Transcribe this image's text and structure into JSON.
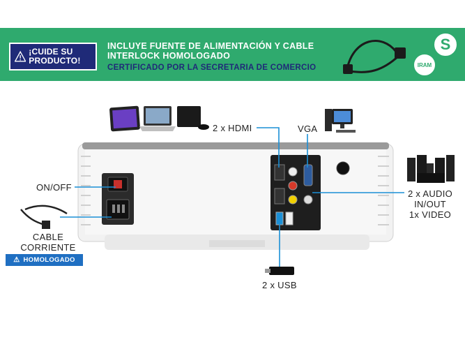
{
  "banner": {
    "badge": "¡CUIDE SU PRODUCTO!",
    "title": "INCLUYE FUENTE DE ALIMENTACIÓN Y CABLE INTERLOCK HOMOLOGADO",
    "subtitle": "CERTIFICADO POR LA SECRETARIA DE COMERCIO",
    "seal_letter": "S",
    "seal_iram": "IRAM",
    "colors": {
      "green": "#2faa6e",
      "navy": "#1f2a78"
    }
  },
  "labels": {
    "hdmi": "2 x HDMI",
    "vga": "VGA",
    "onoff": "ON/OFF",
    "cable_line1": "CABLE",
    "cable_line2": "CORRIENTE",
    "homologado": "HOMOLOGADO",
    "audio_line1": "2 x AUDIO",
    "audio_line2": "IN/OUT",
    "audio_line3": "1x VIDEO",
    "usb": "2 x USB"
  },
  "icons": [
    "warning-icon",
    "power-cable-icon",
    "tablet-icon",
    "laptop-icon",
    "game-console-icon",
    "desktop-pc-icon",
    "speaker-system-icon",
    "usb-stick-icon",
    "power-plug-icon"
  ],
  "accent_line_color": "#1a8fd6"
}
